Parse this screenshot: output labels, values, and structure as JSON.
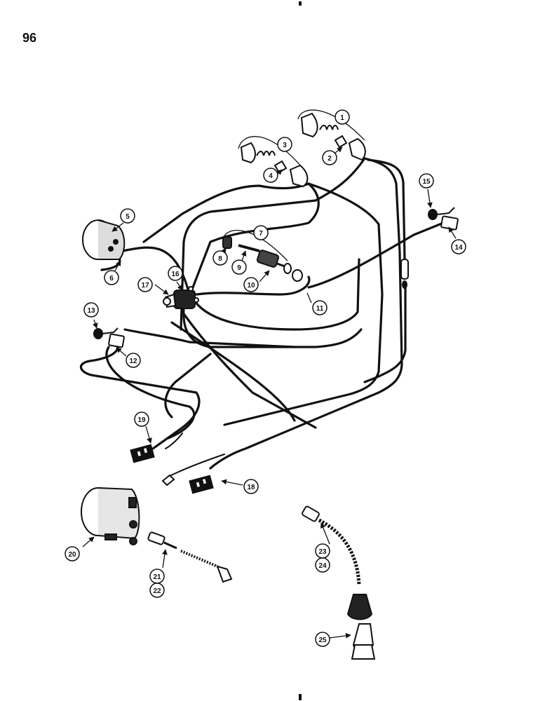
{
  "page": {
    "number": "96"
  },
  "callouts": {
    "c1": "1",
    "c2": "2",
    "c3": "3",
    "c4": "4",
    "c5": "5",
    "c6": "6",
    "c7": "7",
    "c8": "8",
    "c9": "9",
    "c10": "10",
    "c11": "11",
    "c12": "12",
    "c13": "13",
    "c14": "14",
    "c15": "15",
    "c16": "16",
    "c17": "17",
    "c18": "18",
    "c19": "19",
    "c20": "20",
    "c21": "21",
    "c22": "22",
    "c23": "23",
    "c24": "24",
    "c25": "25"
  }
}
